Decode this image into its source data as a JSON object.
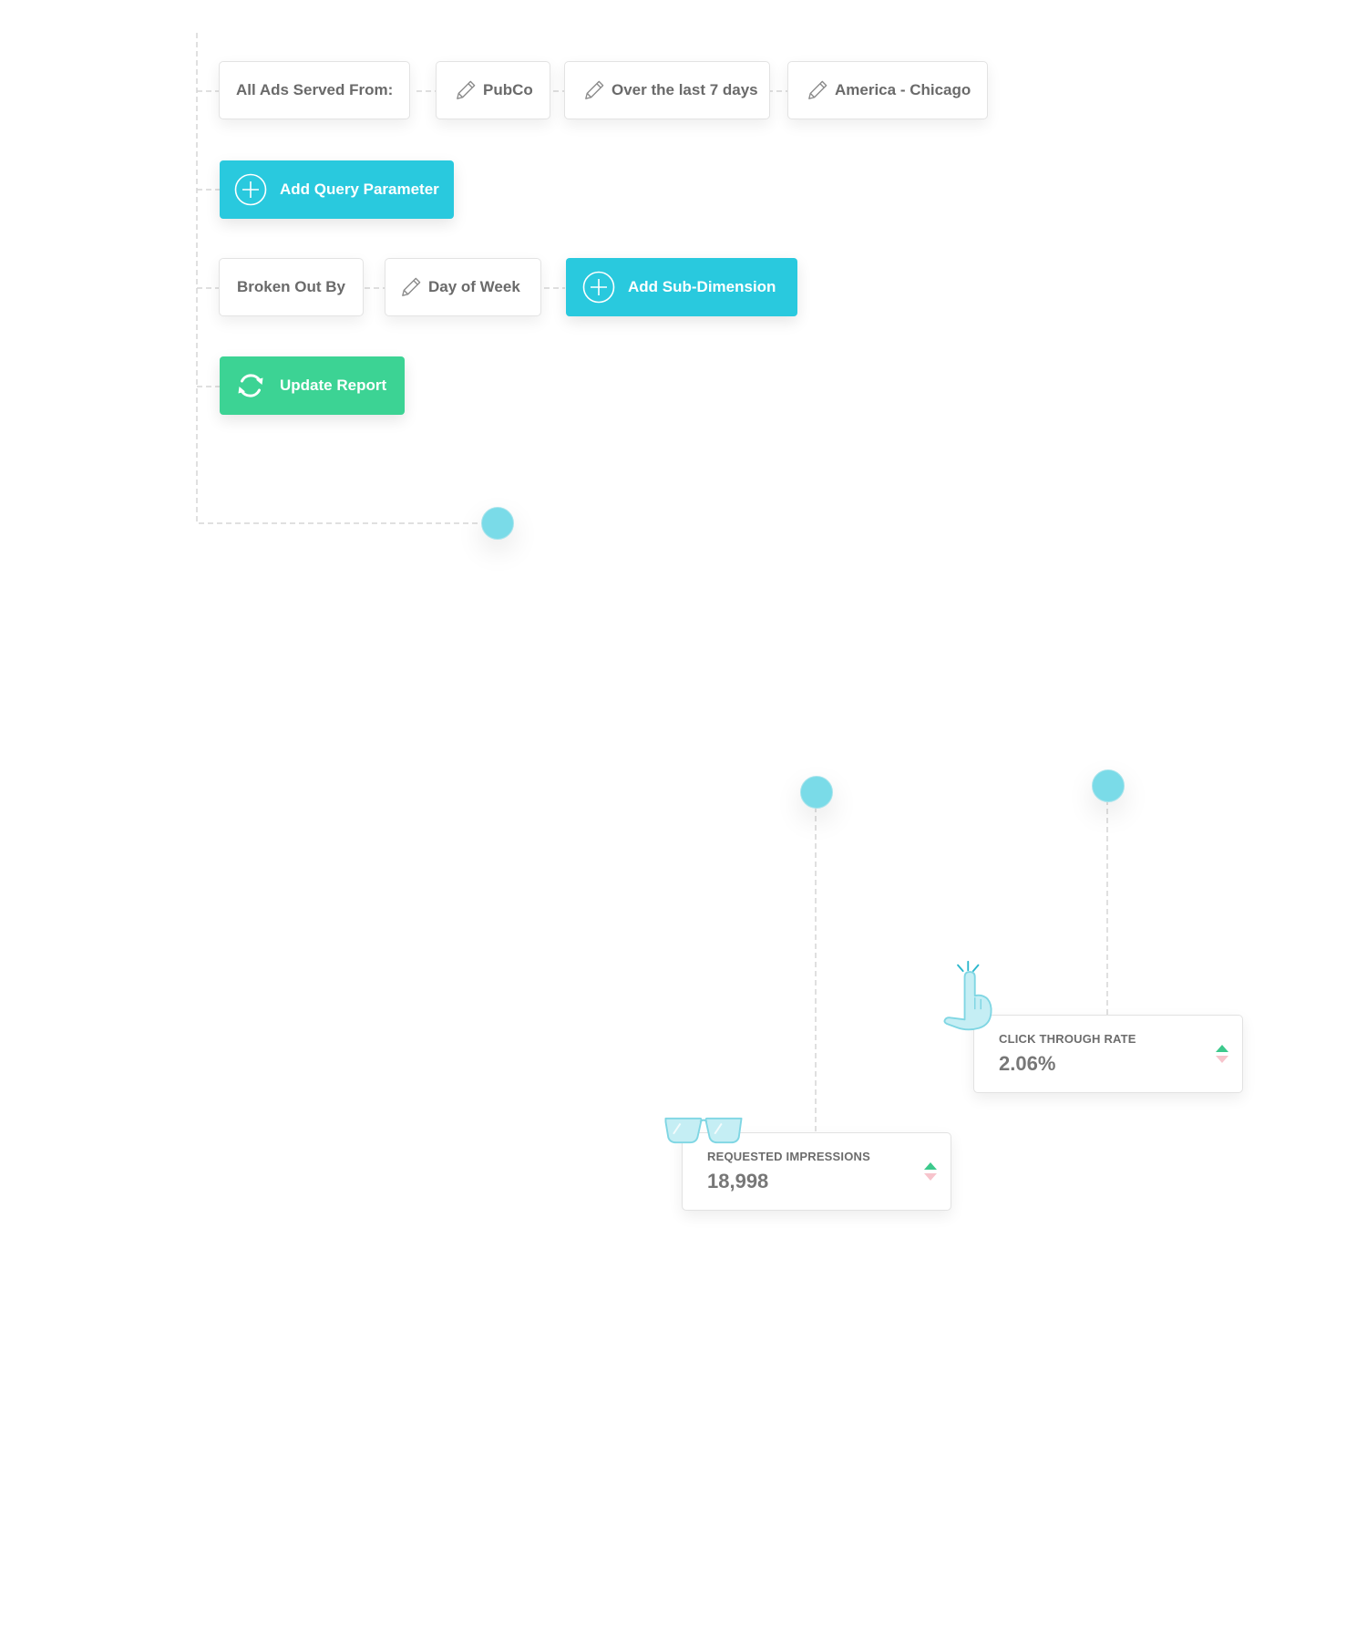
{
  "query": {
    "served_from_label": "All Ads Served From:",
    "publisher": "PubCo",
    "date_range": "Over the last 7 days",
    "timezone": "America - Chicago",
    "add_query_parameter_label": "Add Query Parameter",
    "broken_out_label": "Broken Out By",
    "dimension": "Day of Week",
    "add_sub_dimension_label": "Add Sub-Dimension",
    "update_report_label": "Update Report"
  },
  "metrics": [
    {
      "label": "CLICK THROUGH RATE",
      "value": "2.06%"
    },
    {
      "label": "REQUESTED IMPRESSIONS",
      "value": "18,998"
    }
  ],
  "icons": {
    "edit": "pencil-icon",
    "add": "plus-circle-icon",
    "refresh": "refresh-icon",
    "sort": "sort-arrows-icon",
    "ctr_decoration": "pointing-hand-icon",
    "impressions_decoration": "glasses-icon"
  },
  "colors": {
    "accent_blue": "#29c9de",
    "accent_green": "#3cd394",
    "node_dot": "#7adbe8",
    "sort_up": "#3cc98c",
    "sort_down": "#f7c4cc"
  }
}
